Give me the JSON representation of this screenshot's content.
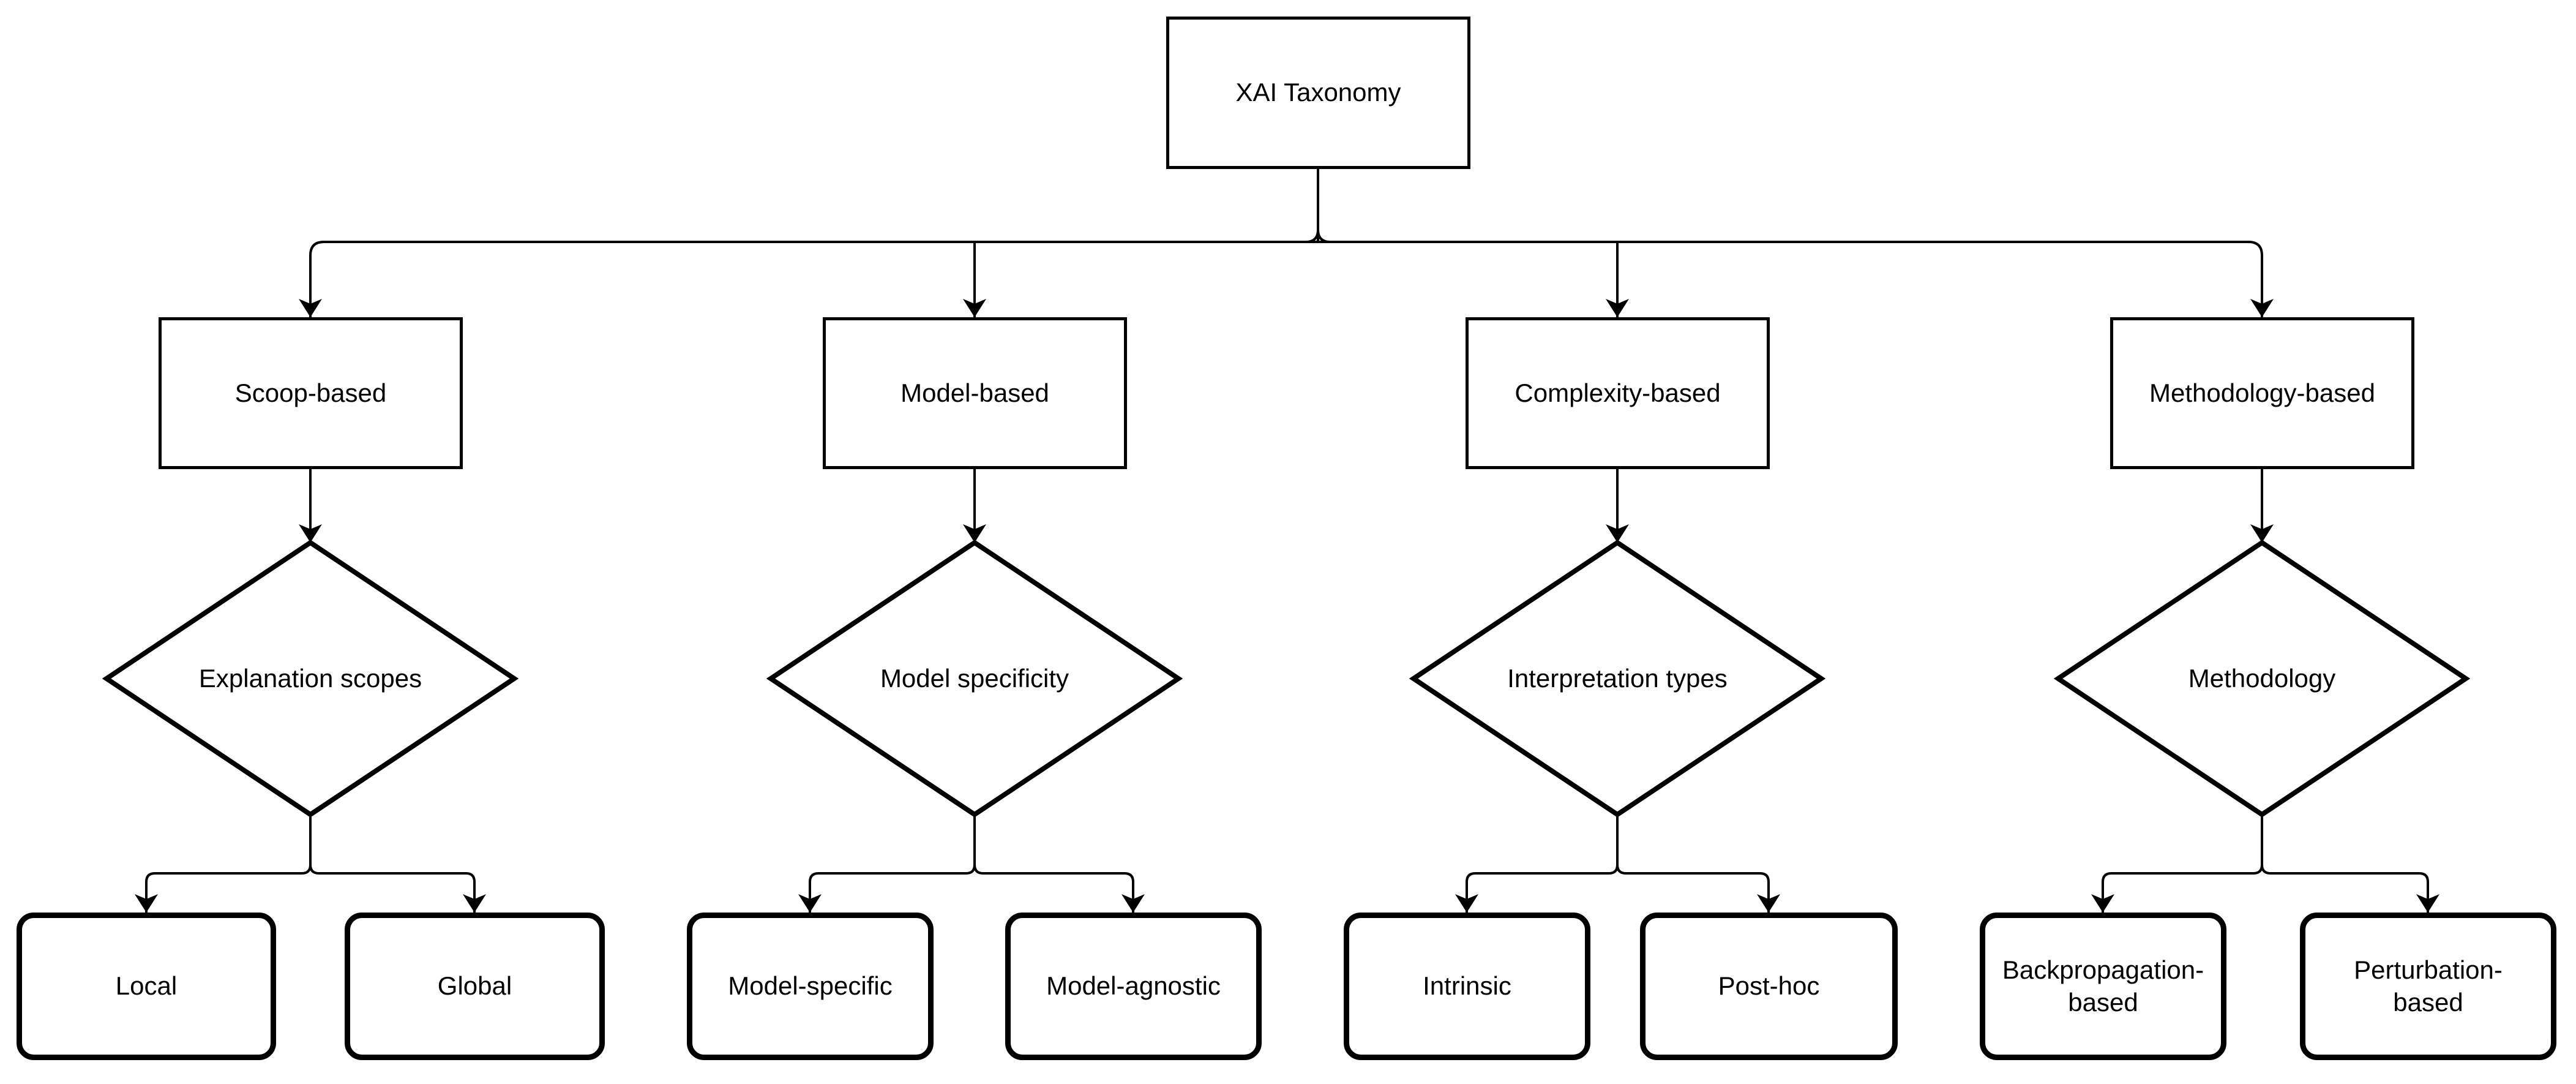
{
  "canvas": {
    "background": "#ffffff",
    "line_color": "#000000",
    "text_color": "#000000"
  },
  "root": {
    "label": "XAI Taxonomy"
  },
  "branches": [
    {
      "category": "Scoop-based",
      "decision": "Explanation scopes",
      "leaves": [
        "Local",
        "Global"
      ]
    },
    {
      "category": "Model-based",
      "decision": "Model specificity",
      "leaves": [
        "Model-specific",
        "Model-agnostic"
      ]
    },
    {
      "category": "Complexity-based",
      "decision": "Interpretation types",
      "leaves": [
        "Intrinsic",
        "Post-hoc"
      ]
    },
    {
      "category": "Methodology-based",
      "decision": "Methodology",
      "leaves": [
        "Backpropagation-\nbased",
        "Perturbation-\nbased"
      ]
    }
  ]
}
